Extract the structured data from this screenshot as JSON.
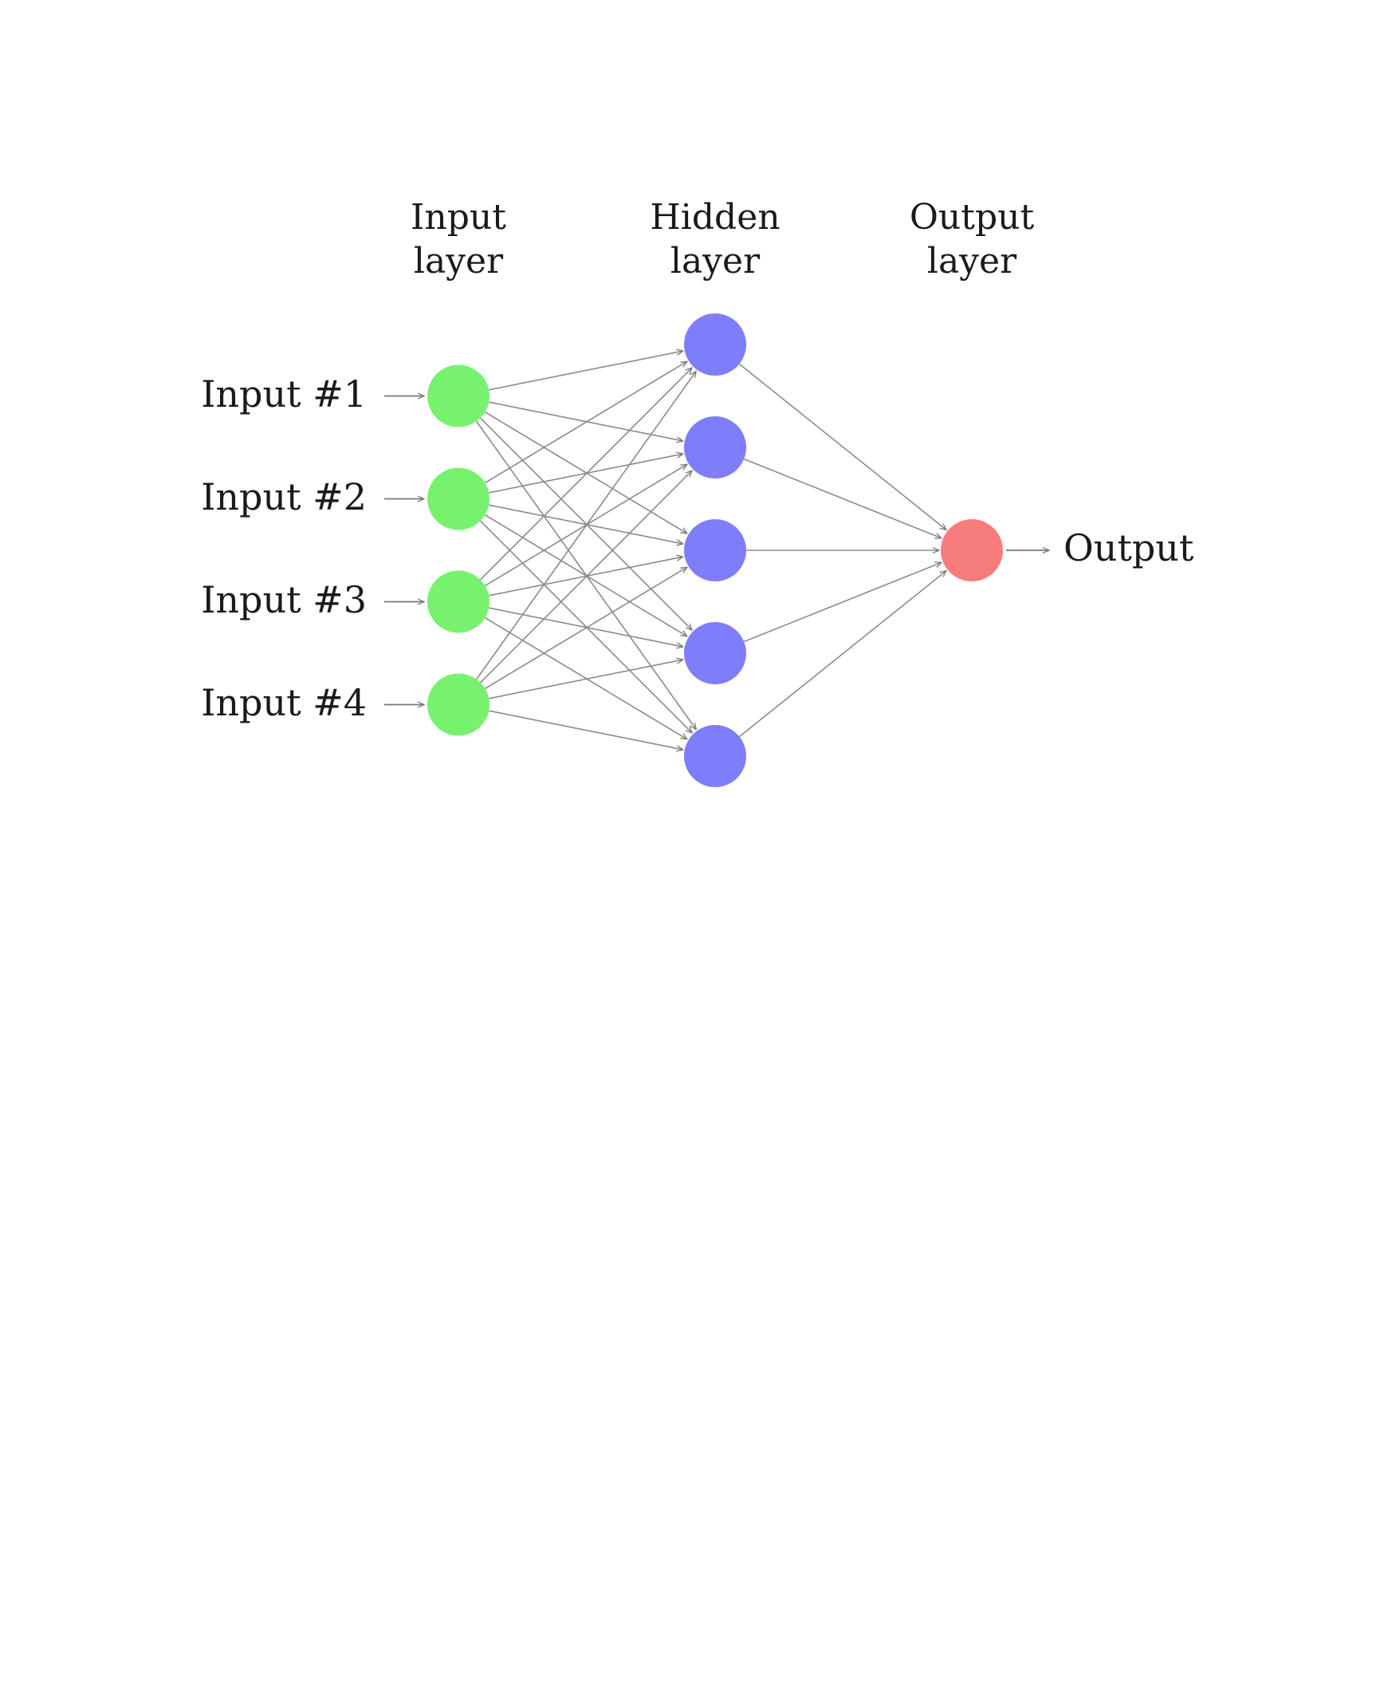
{
  "layers": [
    {
      "key": "input",
      "title_lines": [
        "Input",
        "layer"
      ],
      "node_count": 4,
      "color": "#77F26F"
    },
    {
      "key": "hidden",
      "title_lines": [
        "Hidden",
        "layer"
      ],
      "node_count": 5,
      "color": "#7E7EFB"
    },
    {
      "key": "output",
      "title_lines": [
        "Output",
        "layer"
      ],
      "node_count": 1,
      "color": "#F77C7C"
    }
  ],
  "input_labels": [
    "Input #1",
    "Input #2",
    "Input #3",
    "Input #4"
  ],
  "output_label": "Output",
  "connections": "fully-connected"
}
